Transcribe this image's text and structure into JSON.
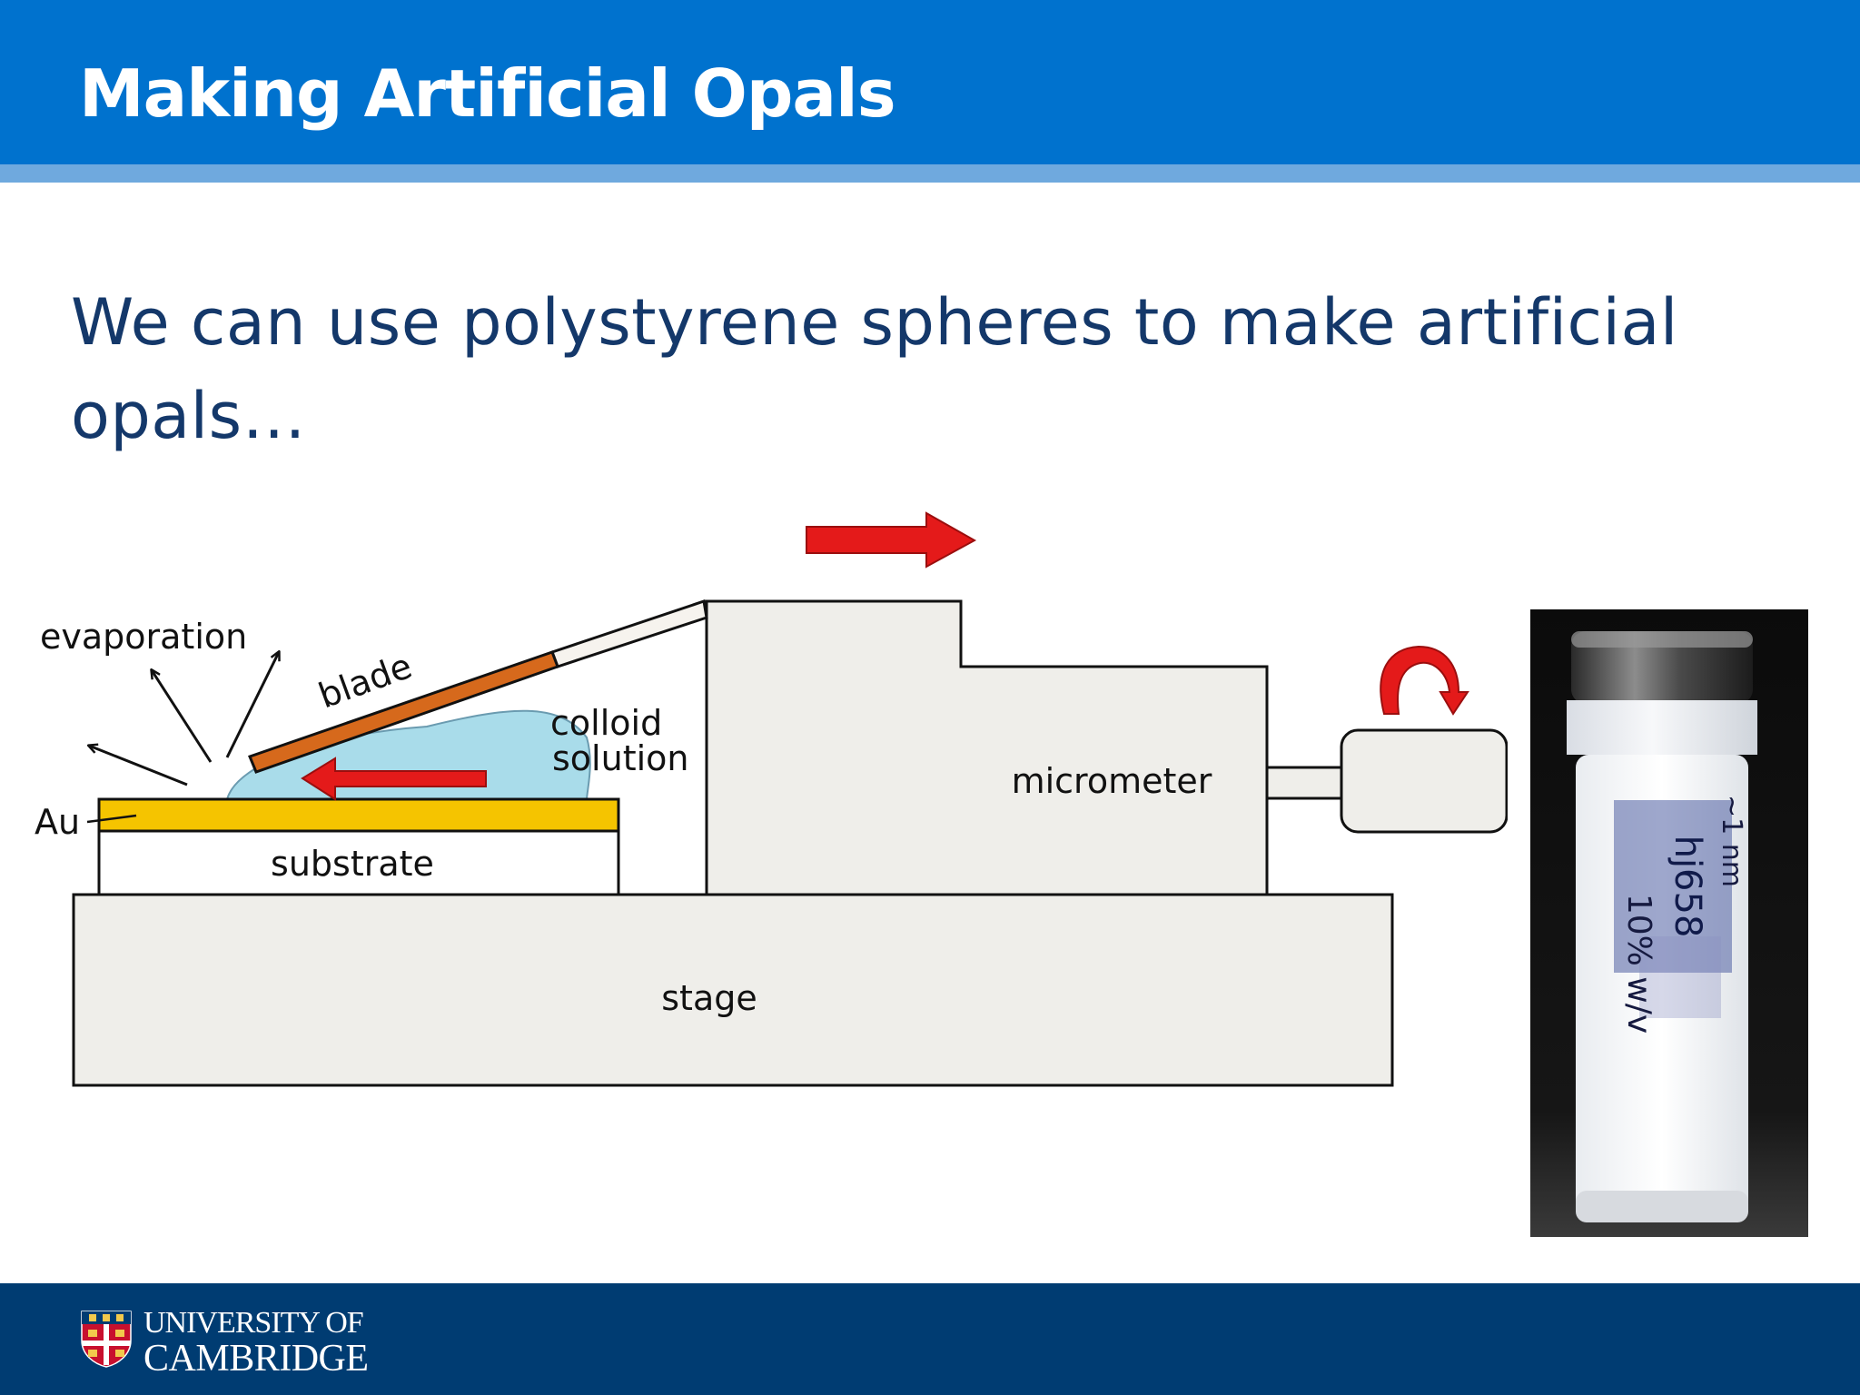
{
  "slide": {
    "title": "Making Artificial Opals",
    "lead": "We can use polystyrene spheres to make artificial opals…"
  },
  "diagram": {
    "labels": {
      "evaporation": "evaporation",
      "blade": "blade",
      "colloid_line1": "colloid",
      "colloid_line2": "solution",
      "au": "Au",
      "substrate": "substrate",
      "micrometer": "micrometer",
      "stage": "stage"
    },
    "colors": {
      "header_blue": "#0072ce",
      "stripe_blue": "#6fa9de",
      "text_navy": "#14386a",
      "footer_navy": "#003c72",
      "gold_layer": "#f5c400",
      "blade_orange": "#d6691c",
      "colloid_blue": "#a9dcea",
      "arrow_red": "#e41a1a"
    }
  },
  "photo": {
    "vial_label_line1": "hj658",
    "vial_label_line2": "10% w/v",
    "vial_label_side": "~1 nm"
  },
  "footer": {
    "university_line1": "UNIVERSITY OF",
    "university_line2": "CAMBRIDGE"
  }
}
